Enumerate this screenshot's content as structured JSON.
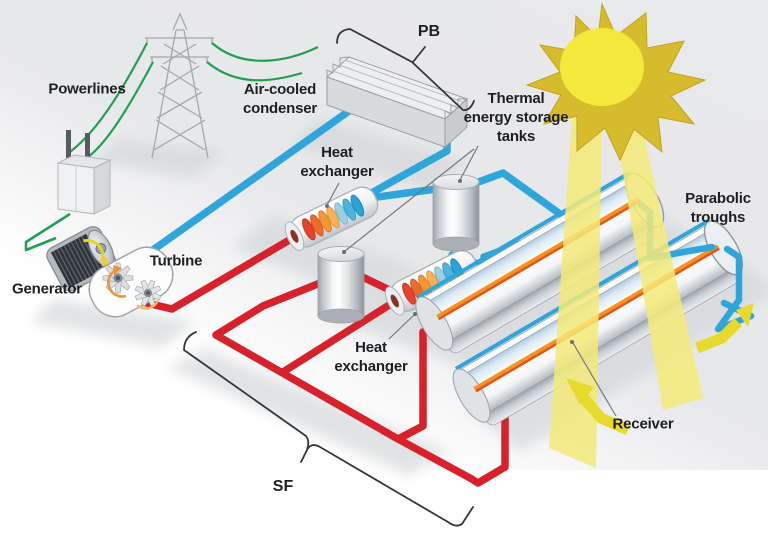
{
  "title": "Parabolic trough concentrating solar power plant diagram",
  "labels": {
    "powerlines": "Powerlines",
    "air_cooled_condenser": "Air-cooled\ncondenser",
    "power_block_tag": "PB",
    "heat_exchanger_top": "Heat\nexchanger",
    "storage_tanks": "Thermal\nenergy storage\ntanks",
    "parabolic_troughs": "Parabolic\ntroughs",
    "turbine": "Turbine",
    "generator": "Generator",
    "heat_exchanger_bottom": "Heat\nexchanger",
    "receiver": "Receiver",
    "solar_field_tag": "SF"
  },
  "colors": {
    "hot_pipe": "#d7222c",
    "cold_pipe": "#2fa6db",
    "powerline_wire": "#21a050",
    "sun_outer": "#d6bb2d",
    "sun_inner": "#f3e93c",
    "sun_beam": "#f4ea79",
    "receiver_tube": "#f6921e",
    "ground": "#e8e9eb",
    "label_text": "#1d2023"
  },
  "components": [
    "transmission-tower",
    "transformer",
    "generator",
    "turbine",
    "air-cooled-condenser",
    "heat-exchanger-top",
    "heat-exchanger-bottom",
    "thermal-storage-tank-1",
    "thermal-storage-tank-2",
    "parabolic-trough-back",
    "parabolic-trough-front",
    "receiver-tube",
    "sun"
  ]
}
